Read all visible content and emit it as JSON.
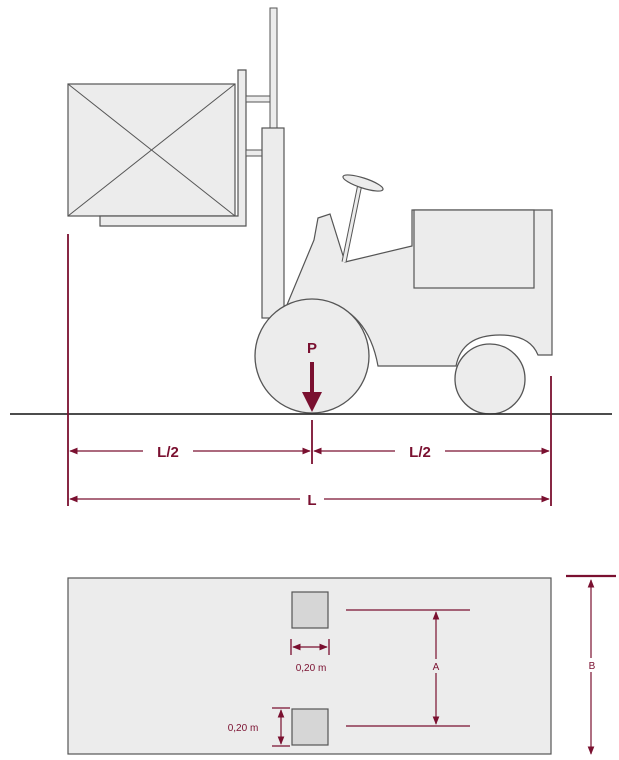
{
  "colors": {
    "accent": "#7a1030",
    "outline": "#555555",
    "fill": "#ececec",
    "ground": "#333333"
  },
  "side_view": {
    "load_label": "P",
    "half_left_label": "L/2",
    "half_right_label": "L/2",
    "total_label": "L"
  },
  "top_view": {
    "pad_size_label_top": "0,20 m",
    "pad_size_label_left": "0,20 m",
    "pad_spacing_label": "A",
    "width_label": "B"
  }
}
